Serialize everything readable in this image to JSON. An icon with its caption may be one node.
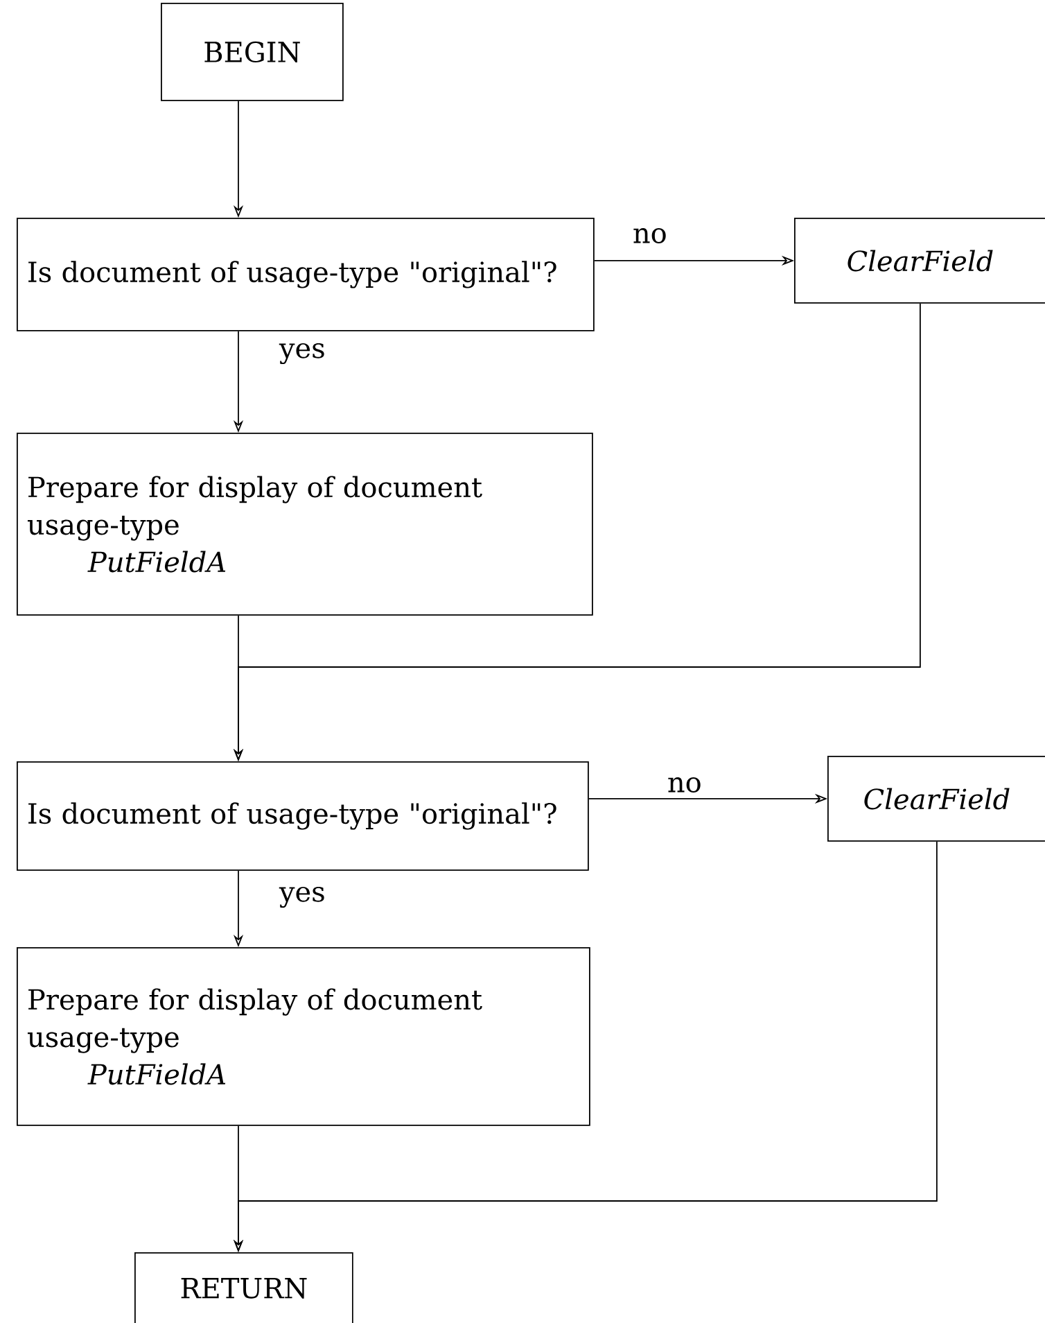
{
  "diagram": {
    "nodes": [
      {
        "text": [
          "BEGIN"
        ]
      },
      {
        "text": [
          "Is document of usage-type \"original\"?"
        ]
      },
      {
        "text": [
          "ClearField"
        ]
      },
      {
        "text": [
          "Prepare for display of document usage-type",
          "PutFieldA"
        ]
      },
      {
        "text": [
          "Is document of usage-type \"original\"?"
        ]
      },
      {
        "text": [
          "ClearField"
        ]
      },
      {
        "text": [
          "Prepare for display of document usage-type",
          "PutFieldA"
        ]
      },
      {
        "text": [
          "RETURN"
        ]
      }
    ],
    "edges": [
      {
        "from": 0,
        "to": 1,
        "arrow": "to"
      },
      {
        "from": 1,
        "to": 2,
        "arrow": "to",
        "label": "no"
      },
      {
        "from": 1,
        "to": 3,
        "arrow": "to",
        "label": "yes"
      },
      {
        "from": 3,
        "to": 4,
        "arrow": "to"
      },
      {
        "from": 2,
        "to": 4,
        "arrow": "to"
      },
      {
        "from": 4,
        "to": 5,
        "arrow": "to",
        "label": "no"
      },
      {
        "from": 4,
        "to": 6,
        "arrow": "to",
        "label": "yes"
      },
      {
        "from": 6,
        "to": 7,
        "arrow": "to"
      },
      {
        "from": 5,
        "to": 7,
        "arrow": "to"
      }
    ]
  }
}
